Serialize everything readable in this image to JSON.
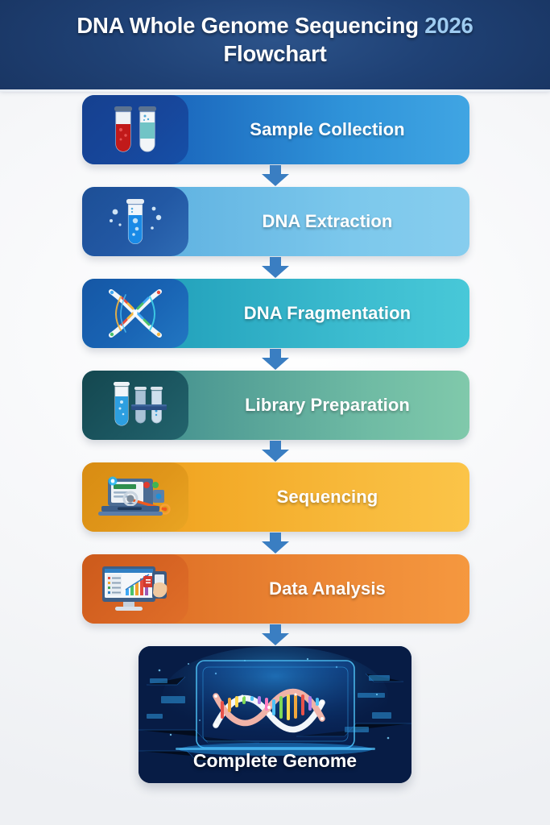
{
  "header": {
    "title_main": "DNA Whole Genome Sequencing ",
    "title_year": "2026",
    "title_line2": "Flowchart",
    "background_color": "#1f4175",
    "year_color": "#9ecbf0"
  },
  "page": {
    "background_color": "#f7f8fa"
  },
  "flow": {
    "arrow_color": "#3a7ec2",
    "steps": [
      {
        "index": 1,
        "label": "Sample Collection",
        "icon": "blood-and-sample-test-tubes-icon",
        "bar_color_start": "#1557ad",
        "bar_color_end": "#40a5e3",
        "icon_plate_color": "#17479c"
      },
      {
        "index": 2,
        "label": "DNA Extraction",
        "icon": "test-tube-with-bubbles-icon",
        "bar_color_start": "#4fa3d8",
        "bar_color_end": "#87cdee",
        "icon_plate_color": "#2258a4"
      },
      {
        "index": 3,
        "label": "DNA Fragmentation",
        "icon": "crossed-dna-strands-icon",
        "bar_color_start": "#1f93ae",
        "bar_color_end": "#48c8d8",
        "icon_plate_color": "#1964b4"
      },
      {
        "index": 4,
        "label": "Library Preparation",
        "icon": "test-tube-rack-icon",
        "bar_color_start": "#2f7f86",
        "bar_color_end": "#80c9ab",
        "icon_plate_color": "#1b5660"
      },
      {
        "index": 5,
        "label": "Sequencing",
        "icon": "sequencer-machine-icon",
        "bar_color_start": "#e89417",
        "bar_color_end": "#fbc448",
        "icon_plate_color": "#e0961a"
      },
      {
        "index": 6,
        "label": "Data Analysis",
        "icon": "monitor-with-charts-icon",
        "bar_color_start": "#d8631f",
        "bar_color_end": "#f5983f",
        "icon_plate_color": "#d76423"
      }
    ],
    "final": {
      "label": "Complete Genome",
      "icon": "glowing-dna-double-helix-icon",
      "background_color": "#0a2a63"
    }
  }
}
